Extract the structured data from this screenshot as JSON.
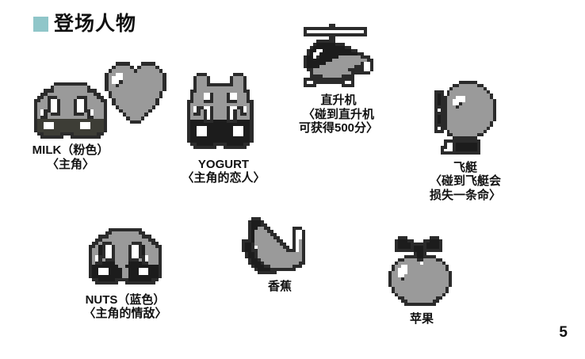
{
  "title": {
    "text": "登场人物",
    "bullet_color": "#8fc6c9"
  },
  "page_number": "5",
  "palette": {
    "outline": "#2b2b2b",
    "dark": "#3a3a34",
    "black": "#1c1c1c",
    "mid_gray": "#9a9a9a",
    "light_gray": "#c6c6c6",
    "white": "#ffffff"
  },
  "entries": [
    {
      "id": "milk",
      "sprite": "milk-character-sprite",
      "lines": [
        "MILK（粉色）",
        "〈主角〉"
      ]
    },
    {
      "id": "heart",
      "sprite": "heart-sprite",
      "lines": []
    },
    {
      "id": "yogurt",
      "sprite": "yogurt-character-sprite",
      "lines": [
        "YOGURT",
        "〈主角的恋人〉"
      ]
    },
    {
      "id": "helicopter",
      "sprite": "helicopter-sprite",
      "lines": [
        "直升机",
        "〈碰到直升机",
        "可获得500分〉"
      ]
    },
    {
      "id": "airship",
      "sprite": "airship-sprite",
      "lines": [
        "飞艇",
        "〈碰到飞艇会",
        "损失一条命〉"
      ]
    },
    {
      "id": "nuts",
      "sprite": "nuts-character-sprite",
      "lines": [
        "NUTS（蓝色）",
        "〈主角的情敌〉"
      ]
    },
    {
      "id": "banana",
      "sprite": "banana-sprite",
      "lines": [
        "香蕉"
      ]
    },
    {
      "id": "apple",
      "sprite": "apple-sprite",
      "lines": [
        "苹果"
      ]
    }
  ],
  "sprites": {
    "milk": {
      "cols": 22,
      "rows": 17,
      "cell": 4.2,
      "legend": {
        ".": "transparent",
        "K": "#2b2b2b",
        "G": "#9a9a9a",
        "L": "#c6c6c6",
        "W": "#ffffff",
        "D": "#3d3d36"
      },
      "rows_data": [
        "......KKKKKKKKKK......",
        ".....KGGGGGGGGGGK.....",
        "...KKKGGGGGGGGGGKKK...",
        "..KKGGGGGGGGGGGGGGKK..",
        ".KKGKKKGGGGGGKKKGGGKK.",
        "KKGGKWWKGGGGKWWKGGGGKK",
        "KGGGKWWKGGGGKWWKGGGGGK",
        "KGGGKWWKGGGGKWWKGGGGGK",
        "KGWKKWWKGGGGKWWKKWGGGK",
        "KGWKGKKKGGGGKKKGKWGGGK",
        "KGKKGGGGGGGGGGGGKKGGGK",
        "KDDDDDDDDDDDDDDDDDDDDK",
        "KDDWWWDDDDDDDDWWWDDDDK",
        "KDDWWWDDDDDDDDWWWDDDDK",
        "KDDDDDDDDDDDDDDDDDDDDK",
        ".KKDDDDDKKKKDDDDDDDKK.",
        "..KKKKKKK..KKKKKKKKK.."
      ]
    },
    "heart": {
      "cols": 17,
      "rows": 17,
      "cell": 4.6,
      "legend": {
        ".": "transparent",
        "K": "#2b2b2b",
        "G": "#9a9a9a",
        "W": "#ffffff"
      },
      "rows_data": [
        "...KKKK...KKKK...",
        "..KGGGGK.KGGGGK..",
        ".KGGGGGGKGGGGGGK.",
        "KGGWWGGGGGGGGGGGK",
        "KGWWWGGGGGGGGGGGK",
        "KGWWKGGGGGGGGGGGK",
        "KGGKGGGGGGGGGGGGK",
        "KGGGGGGGGGGGGGGGK",
        ".KGGGGGGGGGGGGGK.",
        ".KGGGGGGGGGGGGGK.",
        "..KGGGGGGGGGGGK..",
        "..KGGGGGGGGGGGK..",
        "...KGGGGGGGGGK...",
        "....KGGGGGGGK....",
        ".....KGGGGGK.....",
        "......KGGGK......",
        ".......KKK......."
      ]
    },
    "yogurt": {
      "cols": 22,
      "rows": 24,
      "cell": 4.2,
      "legend": {
        ".": "transparent",
        "K": "#2b2b2b",
        "G": "#9a9a9a",
        "L": "#c6c6c6",
        "W": "#ffffff",
        "D": "#1c1c1c"
      },
      "rows_data": [
        "...KKK........KKK.....",
        "..KGGGK......KGGGK....",
        "..KGGGK......KGGGK....",
        "..KGGGKKKKKKKKGGGK....",
        "..KGGGGGGGGGGGGGGK....",
        ".KKGGGGGGGGGGGGGGKK...",
        ".KGGGWWKGGGGKWWGGGK...",
        ".KGGGWWKGGGGKWWGGGK...",
        "KKGGGKKKGGGGKKKGGGKK..",
        "KGGGGGGGGGGGGGGGGGGK..",
        "KGWKKWWKGGGGKWWKKWGK..",
        "KGWKGKWKGGGGKWKGKWGK..",
        "KGKKGKWKGGGGKWKGKKGK..",
        "KGGGGKWKGGGGKWKGGGGK..",
        "KDDDDKKKDDDDKKKDDDDK..",
        "KDDDDDDDDDDDDDDDDDDK..",
        "KDDWWWDDDDDDDDWWWDDK..",
        "KDDWWWDDDDDDDDWWWDDK..",
        "KDDWWWDDDDDDDDWWWDDK..",
        "KDDDDDDDDDDDDDDDDDDK..",
        "KDDDDDDDDDDDDDDDDDDK..",
        ".KKDDDDDKKKKDDDDDKK...",
        "..KKKKKKK..KKKKKKK....",
        "......................"
      ]
    },
    "helicopter": {
      "cols": 26,
      "rows": 20,
      "cell": 4.0,
      "legend": {
        ".": "transparent",
        "K": "#2b2b2b",
        "G": "#9a9a9a",
        "L": "#c6c6c6",
        "W": "#ffffff",
        "D": "#1c1c1c"
      },
      "rows_data": [
        "..........KK..............",
        "..KKKKKKKKKKKKKKKKKKKK....",
        "..KWWWWWWWWWWWWWWWWWWK....",
        "..KKKKKKKKKKKKKKKKKKKK....",
        "..........KK..............",
        "......KKKKKK..............",
        ".....KDDDDDDKKK...........",
        "....KDDDDDDDDDDKK.........",
        "...KDDWWDDDDDDDDDKK.......",
        "...KDWWDDDDDDDDDDDDKK.....",
        "..KDDWKDDDDDDGGGGGGGKKK...",
        "..KDDDDDDDDGGGGGGGGGGGKK..",
        "..KDDDDDDGGGGGGGGGGGKWWK..",
        "..KDDDDGGGGGGGGGGGKKKWWK..",
        "...KKGGGGGGGGGGGKKKKKWWK..",
        "....KGGGGGGGGGGGGKKKKKK...",
        "....KKKKGGGGGGKKKK........",
        "..KKKKKKKKKKKKKKKK........",
        "..KWWKKKKKKKKKKWWK........",
        "..KKKK........KKKK........"
      ]
    },
    "airship": {
      "cols": 24,
      "rows": 24,
      "cell": 3.9,
      "legend": {
        ".": "transparent",
        "K": "#2b2b2b",
        "G": "#9a9a9a",
        "W": "#ffffff",
        "D": "#1c1c1c"
      },
      "rows_data": [
        "..........KKKKKK........",
        "........KKGGGGGGKK......",
        ".......KGGGGGGGGGGK.....",
        "..KKK.KGGGGGGGGGGGGK....",
        "..KDK.KGGGGGGGGGGGGGK...",
        "..KDKKGGGWWWGGGGGGGGK...",
        "..KDKKGGWWWWGGGGGGGGGK..",
        "..KDKKGGWWKGGGGGGGGGGK..",
        "..KKKKGGGKGGGGGGGGGGGK..",
        "..KWKKGGGGGGGGGGGGGGGK..",
        "..KKKKGGGGGGGGGGGGGGGK..",
        "..KDKKGGGGGGGGGGGGGGGK..",
        "..KDKKGGGGGGGGGGGGGGGK..",
        "..KDKKGGGGGGGGGGGGGGK...",
        "..KKKKGGGGGGGGGGGGGGK...",
        "..KWKKGGGGGGGGGGGGGK....",
        "..KKK.KGGGGGGGGGGGK.....",
        "......KKGGGGGGGGKK......",
        "........KKKKKKKK........",
        ".....KKKKKKKKKKKK.......",
        ".....KWWKDDDDDDDK.......",
        "....KKWWKDDDDDDDK.......",
        "....KWWWKDDDDDDDK.......",
        "....KKKKKKKKKKKKK......."
      ]
    },
    "nuts": {
      "cols": 22,
      "rows": 18,
      "cell": 4.2,
      "legend": {
        ".": "transparent",
        "K": "#2b2b2b",
        "G": "#9a9a9a",
        "L": "#c6c6c6",
        "W": "#ffffff",
        "D": "#1c1c1c"
      },
      "rows_data": [
        "......KKKKKKKKKK......",
        ".....KKGGGGGGGGKK.....",
        "...KKKGGGGGGGGGGKKK...",
        "..KKGGGGGGGGGGGGGGKK..",
        ".KKGKKKGGGGGGKKKGGGKK.",
        "KKGDKWWKGGGGKWWKDGGGKK",
        "KGGDKWWKGGGGKWWKDGGGGK",
        "KGGDKWWKGGGGKWWKDGGGGK",
        "KGWKKWWKGGGGKWWKKWGGGK",
        "KGWKGKKKGGGGKKKGKWGGGK",
        "KGKKDDDDGGGGDDDDKKGGGK",
        "KDDDDDDDDGGDDDDDDDDDDK",
        "KDDWWWDDDDGGDDDWWWDDDK",
        "KDDWWWDDDDGGDDDWWWDDDK",
        "KDDDDDDDDDGGDDDDDDDDDK",
        ".KKDDDDDKKKKDDDDDDDKK.",
        "..KKKKKKK..KKKKKKKKK..",
        "......................"
      ]
    },
    "banana": {
      "cols": 24,
      "rows": 18,
      "cell": 4.0,
      "legend": {
        ".": "transparent",
        "K": "#2b2b2b",
        "G": "#9a9a9a",
        "L": "#c6c6c6",
        "W": "#ffffff",
        "D": "#1c1c1c"
      },
      "rows_data": [
        "...KKK..................",
        "..KDDDK.................",
        "..KDDDKK................",
        "..KDDGGKK.......KKK.....",
        "..KDGGGGKK......KWWK....",
        "..KDGGGGGKK.....KWWK....",
        "..KDGGGGGGKK....KWWK....",
        "KKKDGGGGGGGKK...KWGK....",
        "KDDKGGGGGGGGKK..KWGK....",
        "KDDKWGGGGGGGGKK.KWGK....",
        "KDDKKGGGGGGGGGKKKWGK....",
        ".KDDKGGGGGGGGGGGGGGK....",
        ".KDDKGGGGGGGGGGGGGGK....",
        "..KDDKGGGGGGGGGGGGGK....",
        "..KDDDKGGGGGGGGGGGKK....",
        "...KDDDKKGGGGGGGKKK.....",
        "....KDDDDKKKKKKKK.......",
        ".....KKKKKK............."
      ]
    },
    "apple": {
      "cols": 21,
      "rows": 22,
      "cell": 4.0,
      "legend": {
        ".": "transparent",
        "K": "#2b2b2b",
        "G": "#9a9a9a",
        "W": "#ffffff",
        "D": "#1c1c1c"
      },
      "rows_data": [
        "...KKK.......KKK.....",
        "..KDDDKK...KKDDDK....",
        "..KDDDDKKKKKDDDDK....",
        "..KDDDDKDDDKDDDDK....",
        "..KKKKKKDDDKKKKKK....",
        "........KDDK.........",
        ".....KKKKDDKKKK......",
        "...KKGGGGKKGGGGKK....",
        "..KGGGGGGGWGGGGGGK...",
        ".KGGWWGGGGGGGGGGGGK..",
        ".KGWWWGGGGGGGGGGGGK..",
        "KGGWWWGGGGGGGGGGGGGK.",
        "KGGWWGGGGGGGGGGGGGGK.",
        "KGGGKGGGGGGGGGGGGGGK.",
        "KGGGGGGGGGGGGGGGGGGK.",
        "KGGGGGGGGGGGGGGGGGGK.",
        ".KGGGGGGGGGGGGGGGGK..",
        ".KGGGGGGGGGGGGGGGGK..",
        "..KGGGGGGGGGGGGGGK...",
        "...KKGGGGGGGGGGKK....",
        "....KKGGGGGGGGKK.....",
        ".....KKKKKKKKKK......"
      ]
    }
  }
}
